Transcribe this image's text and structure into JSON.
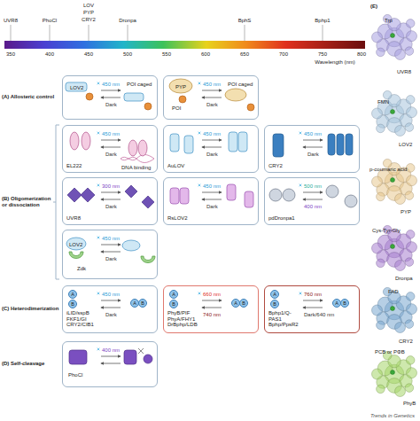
{
  "diagram": {
    "nodes": [
      {
        "text": [
          "LOV2",
          "POI caged",
          "450 nm",
          "Dark"
        ]
      },
      {
        "text": [
          "PYP",
          "POI",
          "POI caged",
          "450 nm",
          "Dark"
        ]
      },
      {
        "text": [
          "EL222",
          "450 nm",
          "Dark",
          "DNA binding"
        ]
      },
      {
        "text": [
          "AuLOV",
          "450 nm",
          "Dark"
        ]
      },
      {
        "text": [
          "CRY2",
          "450 nm",
          "Dark"
        ]
      },
      {
        "text": [
          "UVR8",
          "300 nm",
          "Dark"
        ]
      },
      {
        "text": [
          "RsLOV2",
          "450 nm",
          "Dark"
        ]
      },
      {
        "text": [
          "pdDronpa1",
          "500 nm",
          "400 nm"
        ]
      },
      {
        "text": [
          "LOV2",
          "Zdk",
          "450 nm",
          "Dark"
        ]
      },
      {
        "text": [
          "A",
          "B",
          "A",
          "B",
          "iLID/sspB FKF1/GI CRY2/CIB1",
          "450 nm",
          "Dark"
        ]
      },
      {
        "text": [
          "A",
          "B",
          "A",
          "B",
          "PhyB/PIF PhyA/FHY1 DrBphp/LDB",
          "660 nm",
          "740 nm"
        ]
      },
      {
        "text": [
          "A",
          "B",
          "A",
          "B",
          "Bphp1/Q-PAS1 Bphp/PpsR2",
          "760 nm",
          "Dark/640 nm"
        ]
      },
      {
        "text": [
          "PhoCl",
          "400 nm"
        ]
      }
    ],
    "labels": [
      "UVR8",
      "PhoCl",
      "LOV",
      "PYP",
      "CRY2",
      "Dronpa",
      "BphS",
      "Bphp1",
      "350",
      "400",
      "450",
      "500",
      "550",
      "600",
      "650",
      "700",
      "750",
      "800",
      "Wavelength (nm)",
      "(A) Allosteric control",
      "(B) Oligomerization or dissociation",
      "(C) Heterodimerization",
      "(D) Self-cleavage",
      "(E)",
      "Trp",
      "UVR8",
      "FMN",
      "LOV2",
      "p-coumaric acid",
      "PYP",
      "Cys-Tyr-Gly",
      "Dronpa",
      "FAD",
      "CRY2",
      "PCB or PΦB",
      "PhyB",
      "Trends in Genetics"
    ]
  }
}
